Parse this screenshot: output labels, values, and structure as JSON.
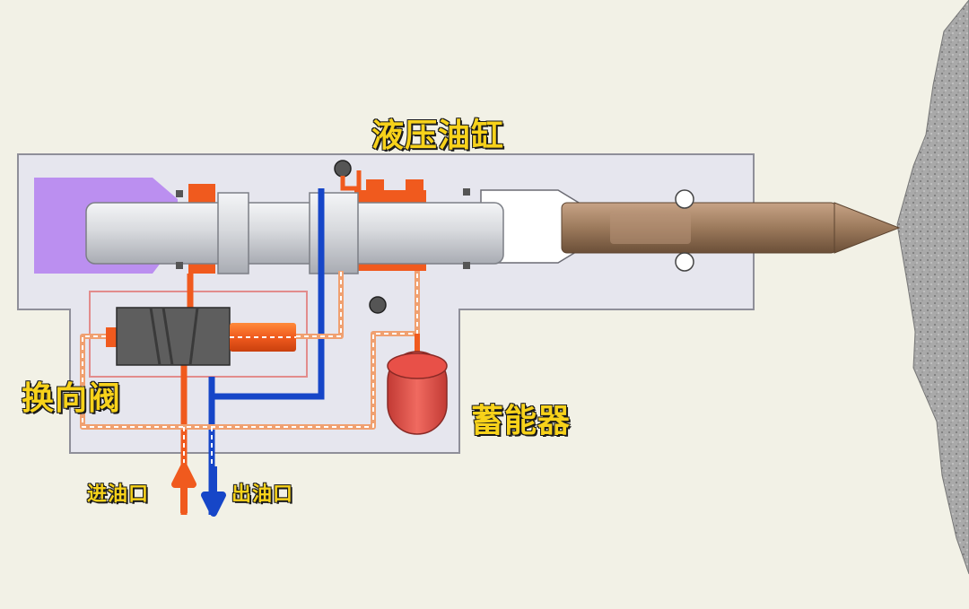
{
  "labels": {
    "cylinder": "液压油缸",
    "valve": "换向阀",
    "accumulator": "蓄能器",
    "inlet": "进油口",
    "outlet": "出油口"
  },
  "colors": {
    "background": "#f2f1e6",
    "housing": "#e6e6ee",
    "housing_edge": "#8f8f99",
    "piston_chamber": "#bb8ff0",
    "piston": "#d9dbe0",
    "pressure_oil": "#f05a1e",
    "return_oil": "#1646c8",
    "accumulator": "#e85048",
    "chisel": "#9c7a5c",
    "rock": "#a8a8a8",
    "label_text": "#f7d21a",
    "highlight_box": "#e28c8c"
  }
}
